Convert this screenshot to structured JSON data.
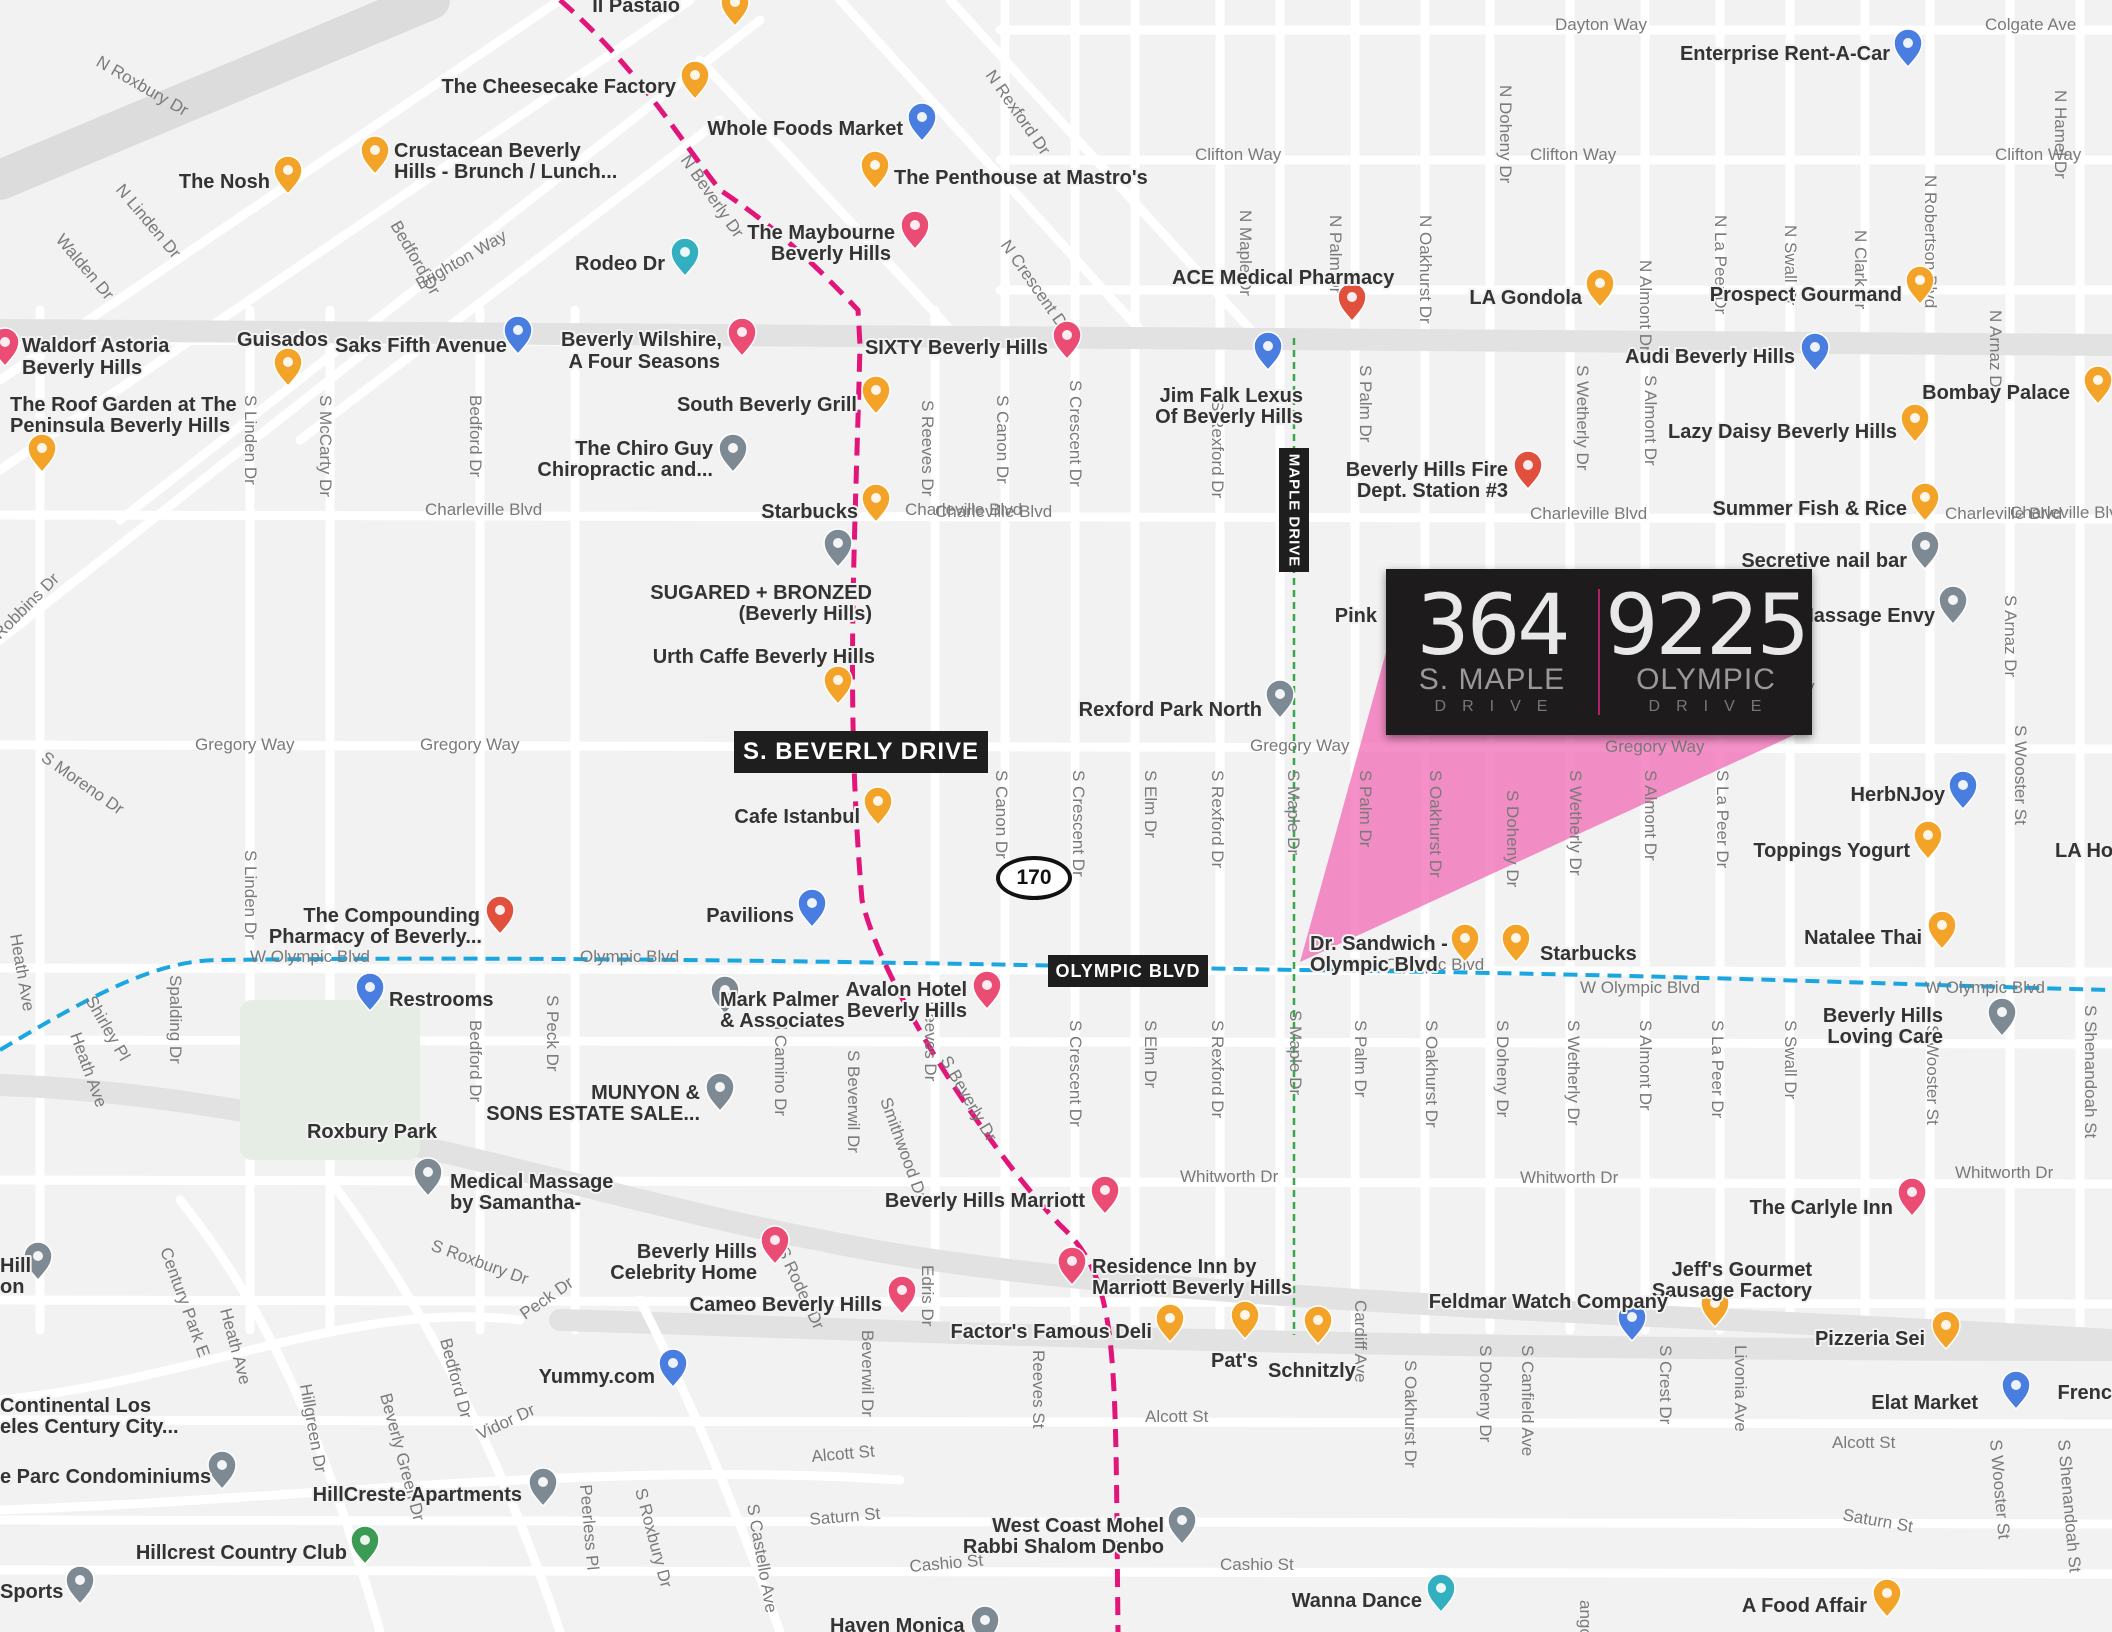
{
  "card": {
    "left_number": "364",
    "left_line1": "S. MAPLE",
    "left_line2": "DRIVE",
    "right_number": "9225",
    "right_line1": "OLYMPIC",
    "right_line2": "DRIVE"
  },
  "highlight_labels": {
    "beverly": "S. BEVERLY DRIVE",
    "maple": "MAPLE DRIVE",
    "olympic": "OLYMPIC BLVD"
  },
  "route_shield": "170",
  "colors": {
    "beverly_route": "#e2157a",
    "olympic_route": "#1aa6e0",
    "maple_route": "#3aa84a",
    "highlight_cone": "#f06ab4",
    "label_bg": "#1e1e1e",
    "food_pin": "#f3a328",
    "hotel_pin": "#ea4c73",
    "shop_pin": "#4a7de0",
    "generic_pin": "#7d8a94",
    "medical_pin": "#e0503c",
    "leisure_pin": "#33b0c0",
    "golf_pin": "#3b9b55"
  },
  "streets": [
    {
      "t": "N Roxbury Dr"
    },
    {
      "t": "N Linden Dr"
    },
    {
      "t": "Walden Dr"
    },
    {
      "t": "Bedford Dr"
    },
    {
      "t": "Brighton Way"
    },
    {
      "t": "N Beverly Dr"
    },
    {
      "t": "N Rexford Dr"
    },
    {
      "t": "N Crescent Dr"
    },
    {
      "t": "N Maple Dr"
    },
    {
      "t": "N Palm Dr"
    },
    {
      "t": "N Oakhurst Dr"
    },
    {
      "t": "N Doheny Dr"
    },
    {
      "t": "N Almont Dr"
    },
    {
      "t": "N La Peer Dr"
    },
    {
      "t": "N Swall Dr"
    },
    {
      "t": "N Clark Dr"
    },
    {
      "t": "N Robertson Blvd"
    },
    {
      "t": "N Arnaz Dr"
    },
    {
      "t": "N Hamel Dr"
    },
    {
      "t": "S Arnaz Dr"
    },
    {
      "t": "Dayton Way"
    },
    {
      "t": "Colgate Ave"
    },
    {
      "t": "Clifton Way"
    },
    {
      "t": "Clifton Way"
    },
    {
      "t": "Clifton Way"
    },
    {
      "t": "Charleville Blvd"
    },
    {
      "t": "Charleville Blvd"
    },
    {
      "t": "Charleville Blvd"
    },
    {
      "t": "Charleville Blvd"
    },
    {
      "t": "Charleville Blvd"
    },
    {
      "t": "Gregory Way"
    },
    {
      "t": "Gregory Way"
    },
    {
      "t": "Gregory Way"
    },
    {
      "t": "Gregory Way"
    },
    {
      "t": "Gregory Way"
    },
    {
      "t": "S Linden Dr"
    },
    {
      "t": "S McCarty Dr"
    },
    {
      "t": "Bedford Dr"
    },
    {
      "t": "S Reeves Dr"
    },
    {
      "t": "S Canon Dr"
    },
    {
      "t": "S Crescent Dr"
    },
    {
      "t": "S Rexford Dr"
    },
    {
      "t": "S Palm Dr"
    },
    {
      "t": "S Wetherly Dr"
    },
    {
      "t": "S Almont Dr"
    },
    {
      "t": "S Canon Dr"
    },
    {
      "t": "S Crescent Dr"
    },
    {
      "t": "S Elm Dr"
    },
    {
      "t": "S Rexford Dr"
    },
    {
      "t": "S Maple Dr"
    },
    {
      "t": "S Palm Dr"
    },
    {
      "t": "S Oakhurst Dr"
    },
    {
      "t": "S Doheny Dr"
    },
    {
      "t": "S Wetherly Dr"
    },
    {
      "t": "S Almont Dr"
    },
    {
      "t": "S La Peer Dr"
    },
    {
      "t": "S Wooster St"
    },
    {
      "t": "Robbins Dr"
    },
    {
      "t": "S Moreno Dr"
    },
    {
      "t": "S Linden Dr"
    },
    {
      "t": "W Olympic Blvd"
    },
    {
      "t": "Olympic Blvd"
    },
    {
      "t": "W Olympic Blvd"
    },
    {
      "t": "W Olympic Blvd"
    },
    {
      "t": "Olympic Blvd"
    },
    {
      "t": "Heath Ave"
    },
    {
      "t": "Shirley Pl"
    },
    {
      "t": "Heath Ave"
    },
    {
      "t": "Spalding Dr"
    },
    {
      "t": "Bedford Dr"
    },
    {
      "t": "S Peck Dr"
    },
    {
      "t": "El Camino Dr"
    },
    {
      "t": "S Beverwil Dr"
    },
    {
      "t": "Smithwood Dr"
    },
    {
      "t": "S Beverly Dr"
    },
    {
      "t": "S Reeves Dr"
    },
    {
      "t": "S Crescent Dr"
    },
    {
      "t": "S Elm Dr"
    },
    {
      "t": "S Rexford Dr"
    },
    {
      "t": "S Maple Dr"
    },
    {
      "t": "S Palm Dr"
    },
    {
      "t": "S Oakhurst Dr"
    },
    {
      "t": "S Doheny Dr"
    },
    {
      "t": "S Wetherly Dr"
    },
    {
      "t": "S Almont Dr"
    },
    {
      "t": "S La Peer Dr"
    },
    {
      "t": "S Swall Dr"
    },
    {
      "t": "S Wooster St"
    },
    {
      "t": "S Shenandoah St"
    },
    {
      "t": "Whitworth Dr"
    },
    {
      "t": "Whitworth Dr"
    },
    {
      "t": "Whitworth Dr"
    },
    {
      "t": "S Roxbury Dr"
    },
    {
      "t": "Century Park E"
    },
    {
      "t": "Heath Ave"
    },
    {
      "t": "Peck Dr"
    },
    {
      "t": "Bedford Dr"
    },
    {
      "t": "Hillgreen Dr"
    },
    {
      "t": "Beverly Green Dr"
    },
    {
      "t": "Vidor Dr"
    },
    {
      "t": "S Rodeo Dr"
    },
    {
      "t": "Edris Dr"
    },
    {
      "t": "Beverwil Dr"
    },
    {
      "t": "Reeves St"
    },
    {
      "t": "Cardiff Ave"
    },
    {
      "t": "Alcott St"
    },
    {
      "t": "Alcott St"
    },
    {
      "t": "Alcott St"
    },
    {
      "t": "S Oakhurst Dr"
    },
    {
      "t": "S Doheny Dr"
    },
    {
      "t": "S Canfield Ave"
    },
    {
      "t": "S Crest Dr"
    },
    {
      "t": "Livonia Ave"
    },
    {
      "t": "S Wooster St"
    },
    {
      "t": "S Shenandoah St"
    },
    {
      "t": "Peerless Pl"
    },
    {
      "t": "S Roxbury Dr"
    },
    {
      "t": "S Castello Ave"
    },
    {
      "t": "Saturn St"
    },
    {
      "t": "Saturn St"
    },
    {
      "t": "Cashio St"
    },
    {
      "t": "Cashio St"
    },
    {
      "t": "ango Ave"
    },
    {
      "t": "Charleville Blvd"
    }
  ],
  "places": [
    {
      "name": "Il Pastaio"
    },
    {
      "name": "The Cheesecake Factory"
    },
    {
      "name": "Whole Foods Market"
    },
    {
      "name": "Crustacean Beverly"
    },
    {
      "name": "Hills - Brunch / Lunch..."
    },
    {
      "name": "The Nosh"
    },
    {
      "name": "The Penthouse at Mastro's"
    },
    {
      "name": "The Maybourne"
    },
    {
      "name": "Beverly Hills"
    },
    {
      "name": "Rodeo Dr"
    },
    {
      "name": "Enterprise Rent-A-Car"
    },
    {
      "name": "ACE Medical Pharmacy"
    },
    {
      "name": "LA Gondola"
    },
    {
      "name": "Prospect Gourmand"
    },
    {
      "name": "Waldorf Astoria"
    },
    {
      "name": "Beverly Hills"
    },
    {
      "name": "Guisados"
    },
    {
      "name": "Saks Fifth Avenue"
    },
    {
      "name": "Beverly Wilshire,"
    },
    {
      "name": "A Four Seasons"
    },
    {
      "name": "SIXTY Beverly Hills"
    },
    {
      "name": "Audi Beverly Hills"
    },
    {
      "name": "Jim Falk Lexus"
    },
    {
      "name": "Of Beverly Hills"
    },
    {
      "name": "Bombay Palace"
    },
    {
      "name": "The Roof Garden at The"
    },
    {
      "name": "Peninsula Beverly Hills"
    },
    {
      "name": "South Beverly Grill"
    },
    {
      "name": "Lazy Daisy Beverly Hills"
    },
    {
      "name": "The Chiro Guy"
    },
    {
      "name": "Chiropractic and..."
    },
    {
      "name": "Beverly Hills Fire"
    },
    {
      "name": "Dept. Station #3"
    },
    {
      "name": "Starbucks"
    },
    {
      "name": "Summer Fish & Rice"
    },
    {
      "name": "Secretive nail bar"
    },
    {
      "name": "SUGARED + BRONZED"
    },
    {
      "name": "(Beverly Hills)"
    },
    {
      "name": "Pink"
    },
    {
      "name": "Massage Envy"
    },
    {
      "name": "Urth Caffe Beverly Hills"
    },
    {
      "name": "Rexford Park North"
    },
    {
      "name": "Cafe Istanbul"
    },
    {
      "name": "HerbNJoy"
    },
    {
      "name": "Toppings Yogurt"
    },
    {
      "name": "LA Ho"
    },
    {
      "name": "The Compounding"
    },
    {
      "name": "Pharmacy of Beverly..."
    },
    {
      "name": "Pavilions"
    },
    {
      "name": "Dr. Sandwich -"
    },
    {
      "name": "Olympic Blvd"
    },
    {
      "name": "Starbucks"
    },
    {
      "name": "Natalee Thai"
    },
    {
      "name": "Restrooms"
    },
    {
      "name": "Mark Palmer"
    },
    {
      "name": "& Associates"
    },
    {
      "name": "Avalon Hotel"
    },
    {
      "name": "Beverly Hills"
    },
    {
      "name": "Beverly Hills"
    },
    {
      "name": "Loving Care"
    },
    {
      "name": "MUNYON &"
    },
    {
      "name": "SONS ESTATE SALE..."
    },
    {
      "name": "Roxbury Park"
    },
    {
      "name": "Medical Massage"
    },
    {
      "name": "by Samantha-"
    },
    {
      "name": "Beverly Hills Marriott"
    },
    {
      "name": "The Carlyle Inn"
    },
    {
      "name": "Hill"
    },
    {
      "name": "on"
    },
    {
      "name": "Beverly Hills"
    },
    {
      "name": "Celebrity Home"
    },
    {
      "name": "Residence Inn by"
    },
    {
      "name": "Marriott Beverly Hills"
    },
    {
      "name": "Jeff's Gourmet"
    },
    {
      "name": "Sausage Factory"
    },
    {
      "name": "Cameo Beverly Hills"
    },
    {
      "name": "Feldmar Watch Company"
    },
    {
      "name": "Factor's Famous Deli"
    },
    {
      "name": "Pat's"
    },
    {
      "name": "Schnitzly"
    },
    {
      "name": "Pizzeria Sei"
    },
    {
      "name": "Yummy.com"
    },
    {
      "name": "Continental Los"
    },
    {
      "name": "eles Century City..."
    },
    {
      "name": "Frenc"
    },
    {
      "name": "Elat Market"
    },
    {
      "name": "e Parc Condominiums"
    },
    {
      "name": "HillCreste Apartments"
    },
    {
      "name": "Hillcrest Country Club"
    },
    {
      "name": "West Coast Mohel"
    },
    {
      "name": "Rabbi Shalom Denbo"
    },
    {
      "name": "Sports"
    },
    {
      "name": "Wanna Dance"
    },
    {
      "name": "A Food Affair"
    },
    {
      "name": "Haven Monica"
    }
  ]
}
